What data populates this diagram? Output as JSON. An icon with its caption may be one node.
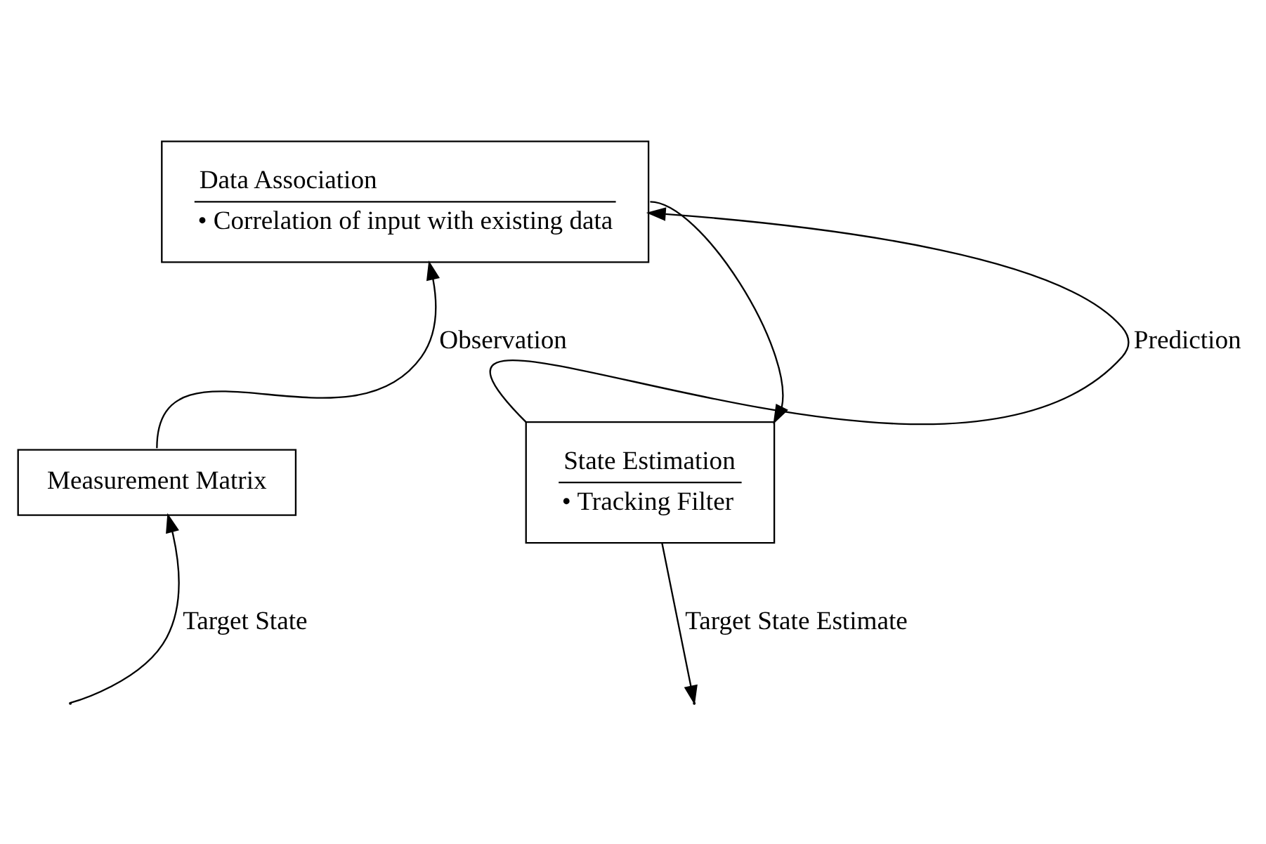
{
  "diagram": {
    "nodes": [
      {
        "text": [
          "Data Association",
          "• Correlation of input with existing data"
        ]
      },
      {
        "text": [
          "Measurement Matrix"
        ]
      },
      {
        "text": [
          "State Estimation",
          "• Tracking Filter"
        ]
      }
    ],
    "edges": [
      {
        "from": null,
        "to": 1,
        "arrow": "to",
        "label": "Target State"
      },
      {
        "from": 1,
        "to": 0,
        "arrow": "to",
        "label": "Observation"
      },
      {
        "from": 0,
        "to": 2,
        "arrow": "to"
      },
      {
        "from": 2,
        "to": 0,
        "arrow": "to",
        "label": "Prediction"
      },
      {
        "from": 2,
        "to": null,
        "arrow": "to",
        "label": "Target State Estimate"
      }
    ]
  }
}
